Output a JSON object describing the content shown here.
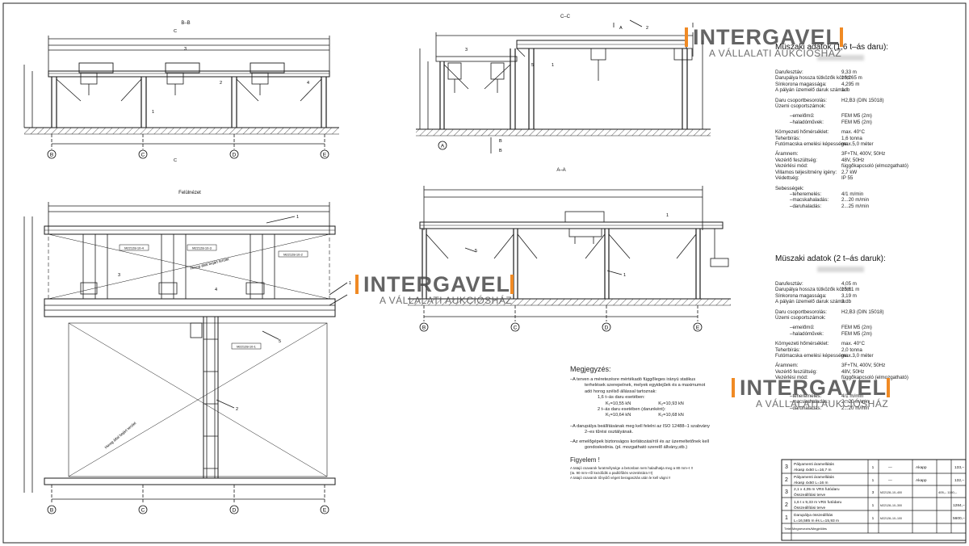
{
  "views": {
    "bb_label": "B–B",
    "cc_label": "C–C",
    "aa_label": "A–A",
    "plan_label": "Felülnézet",
    "section_marks": [
      "C",
      "C",
      "A",
      "A",
      "B",
      "B"
    ],
    "axes_top_left": [
      "B",
      "C",
      "D",
      "E"
    ],
    "axes_bottom_left": [
      "B",
      "C",
      "D",
      "E"
    ],
    "axes_aa": [
      "B",
      "C",
      "D",
      "E"
    ],
    "axes_cc": [
      "A",
      "B"
    ],
    "callouts": [
      "1",
      "2",
      "3",
      "4",
      "5"
    ],
    "plan_tags": [
      "M22128-10-4",
      "M22128-10-3",
      "M22128-10-2",
      "M22128-10-1"
    ],
    "plan_text_1": "Horog által bejárt terület",
    "plan_text_2": "Horog által bejárt terület"
  },
  "spec1": {
    "heading": "Müszaki adatok (1,6 t–ás daru):",
    "rows": [
      [
        "Darufesztáv:",
        "9,33 m"
      ],
      [
        "Darupálya hossza tütközők között:",
        "16,265 m"
      ],
      [
        "Sínkorona magassága:",
        "4,295 m"
      ],
      [
        "A pályán üzemelő daruk száma:",
        "1db"
      ],
      [
        "",
        ""
      ],
      [
        "Daru csoportbesorolás:",
        "H2,B3 (DIN 15018)"
      ],
      [
        "Üzemi csoportszámok:",
        ""
      ],
      [
        "",
        ""
      ],
      [
        "–emelőmű:",
        "FEM M5 (2m)"
      ],
      [
        "–haladóművek:",
        "FEM M5 (2m)"
      ],
      [
        "",
        ""
      ],
      [
        "Környezeti hőmérséklet:",
        "max. 40°C"
      ],
      [
        "Teherbírás:",
        "1,6 tonna"
      ],
      [
        "Futómacska emelési képessége:",
        "max.5,0 méter"
      ],
      [
        "",
        ""
      ],
      [
        "Áramnem:",
        "3F+TN, 400V, 50Hz"
      ],
      [
        "Vezérlő feszültség:",
        "48V, 50Hz"
      ],
      [
        "Vezérlési mód:",
        "függőkapcsoló (elmozgatható)"
      ],
      [
        "Villamos teljesítmény igény:",
        "2,7 kW"
      ],
      [
        "Védettség:",
        "IP 55"
      ],
      [
        "",
        ""
      ],
      [
        "Sebességek:",
        ""
      ],
      [
        "–teheremelés:",
        "4/1 m/min"
      ],
      [
        "–macskahaladás:",
        "2...20 m/min"
      ],
      [
        "–daruhaladás:",
        "2...25 m/min"
      ]
    ]
  },
  "spec2": {
    "heading": "Müszaki adatok (2 t–ás daruk):",
    "rows": [
      [
        "Darufesztáv:",
        "4,05 m"
      ],
      [
        "Darupálya hossza tütközők között:",
        "15,61 m"
      ],
      [
        "Sínkorona magassága:",
        "3,19 m"
      ],
      [
        "A pályán üzemelő daruk száma:",
        "3 db"
      ],
      [
        "",
        ""
      ],
      [
        "Daru csoportbesorolás:",
        "H2,B3 (DIN 15018)"
      ],
      [
        "Üzemi csoportszámok:",
        ""
      ],
      [
        "",
        ""
      ],
      [
        "–emelőmű:",
        "FEM M5 (2m)"
      ],
      [
        "–haladóművek:",
        "FEM M5 (2m)"
      ],
      [
        "",
        ""
      ],
      [
        "Környezeti hőmérséklet:",
        "max. 40°C"
      ],
      [
        "Teherbírás:",
        "2,0 tonna"
      ],
      [
        "Futómacska emelési képessége:",
        "max.3,0 méter"
      ],
      [
        "",
        ""
      ],
      [
        "Áramnem:",
        "3F+TN, 400V, 50Hz"
      ],
      [
        "Vezérlő feszültség:",
        "48V, 50Hz"
      ],
      [
        "Vezérlési mód:",
        "függőkapcsoló (elmozgatható)"
      ],
      [
        "",
        ""
      ],
      [
        "",
        ""
      ],
      [
        "",
        ""
      ],
      [
        "–teheremelés:",
        "4/1 m/min"
      ],
      [
        "–macskahaladás:",
        "2...20 m/min"
      ],
      [
        "–daruhaladás:",
        "2...20 m/min"
      ]
    ]
  },
  "notes": {
    "heading": "Megjegyzés:",
    "p1": [
      "–A terven a méretezésre mértékadó függőleges irányú statikus",
      "terhelések szerepelnek, melyek egyidejűek és a maximumot",
      "adó horog szélső állással tartoznak:"
    ],
    "case1": "1,6 t–ás daru esetében:",
    "case1_vals": [
      "K₁=10,55 kN",
      "K₂=10,93 kN"
    ],
    "case2": "2 t–ás daru esetében (darunként):",
    "case2_vals": [
      "K₁=10,64 kN",
      "K₂=10,68 kN"
    ],
    "p2": [
      "–A darupálya beállításának meg kell felelni az ISO 12488–1 szabvány",
      "2–es tűrési osztályának."
    ],
    "p3": [
      "–Az emelőgépek biztonságos korlátozási/ról és az üzemeltetőnek kell",
      "gondoskodnia. (pl. mozgatható szerelő állvány,stb.)"
    ],
    "attention": "Figyelem !",
    "p4": [
      "A tatajó csavarok furatmélysége a betonban nem haladhatja meg a 80 mm–t !!",
      "(Ia. 90 mm–ről kezdődik a padlófűtés vezetéstára !!!)",
      "A tatajó csavarok tőnyúlő végeit beragasztás után le kell vágni !!"
    ]
  },
  "bom": {
    "rows": [
      {
        "num": "3",
        "desc1": "Pályamenti áramellátás",
        "desc2": "Akasp 4x50 L=16,7 m",
        "qty": "1",
        "dash": "—",
        "mat": "Akapp",
        "mass": "133,–"
      },
      {
        "num": "2",
        "desc1": "Pályamenti áramellátás",
        "desc2": "Akasp 4x50 L=16 m",
        "qty": "1",
        "dash": "—",
        "mat": "Akapp",
        "mass": "132,–"
      },
      {
        "num": "3",
        "desc1": "2,1 x 4,05 m VRS futódaru",
        "desc2": "Összeállítási terve",
        "qty": "3",
        "dash": "M22128–10–400",
        "mat": "",
        "mass": "405,– 1150,–"
      },
      {
        "num": "2",
        "desc1": "1,6 t x 9,33 m VRS futódaru",
        "desc2": "Összeállítási terve",
        "qty": "1",
        "dash": "M22128–10–300",
        "mat": "",
        "mass": "1284,–"
      },
      {
        "num": "1",
        "desc1": "Darupálya összeállítás",
        "desc2": "L=16,585 m és L=15,93 m",
        "qty": "1",
        "dash": "M22128–10–100",
        "mat": "",
        "mass": "5600,–"
      }
    ],
    "header": "Tétel  Megnevezés/Megjelölés"
  },
  "watermark": {
    "name": "INTERGAVEL",
    "sub": "A VÁLLALATI AUKCIÓSHÁZ",
    "accent": "#f08a24"
  },
  "colors": {
    "line": "#1a1a1a",
    "light": "#6a6a6a",
    "paper": "#ffffff"
  }
}
